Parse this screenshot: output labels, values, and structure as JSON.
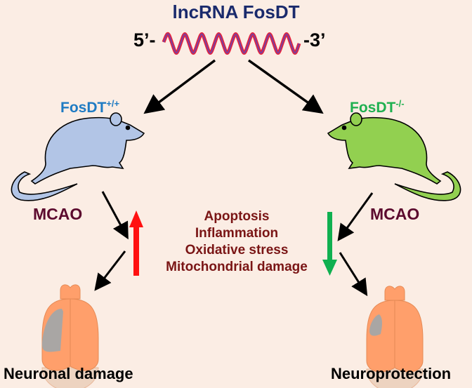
{
  "title": "lncRNA FosDT",
  "rna": {
    "five_prime": "5’-",
    "three_prime": "-3’",
    "color_outer": "#e8233a",
    "color_inner": "#7a3fa0"
  },
  "groups": {
    "wildtype": {
      "label": "FosDT",
      "superscript": "+/+",
      "color": "#1f7bc3",
      "rat_color": "#b2c5e6",
      "treatment": "MCAO",
      "trend": "up",
      "trend_color": "#ff1010",
      "outcome": "Neuronal damage",
      "lesion": "large"
    },
    "knockout": {
      "label": "FosDT",
      "superscript": "-/-",
      "color": "#1fb050",
      "rat_color": "#92d050",
      "treatment": "MCAO",
      "trend": "down",
      "trend_color": "#0fb050",
      "outcome": "Neuroprotection",
      "lesion": "small"
    }
  },
  "effects": [
    "Apoptosis",
    "Inflammation",
    "Oxidative stress",
    "Mitochondrial damage"
  ],
  "colors": {
    "background": "#fbede4",
    "brain": "#ff9f6b",
    "lesion": "#a9a6a4",
    "effects_text": "#7a1515",
    "mcao_text": "#5c0a2e"
  }
}
